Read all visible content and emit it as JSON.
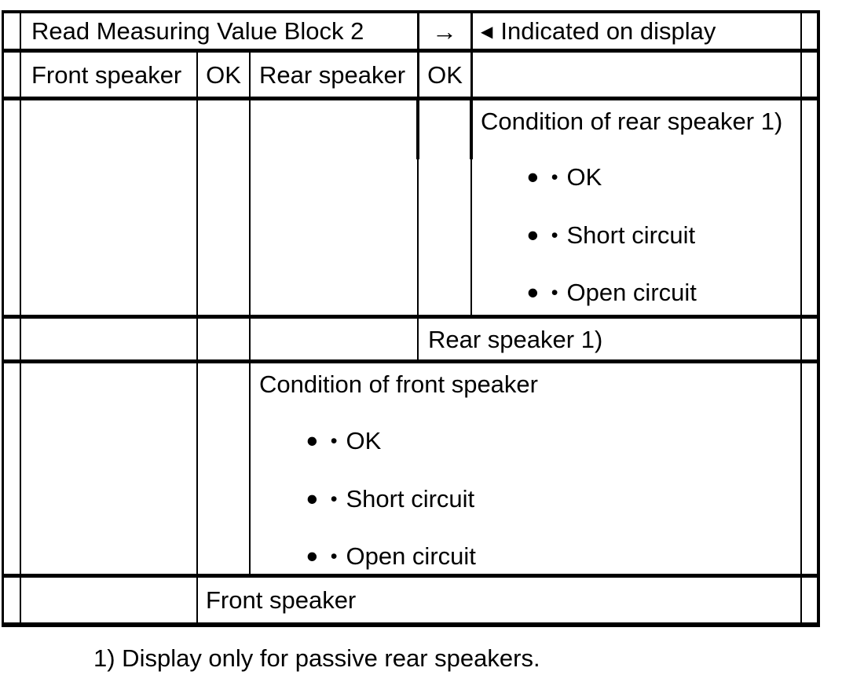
{
  "header_row": {
    "function_label": "Read Measuring Value Block 2",
    "arrow_icon": "→",
    "indicator_icon": "◀",
    "indicator_label": "Indicated on display"
  },
  "column_header_row": {
    "front_speaker_label": "Front speaker",
    "front_status": "OK",
    "rear_speaker_label": "Rear speaker",
    "rear_status": "OK"
  },
  "bullets": {
    "large": "•",
    "small": "•"
  },
  "rear_condition_cell": {
    "title": "Condition of rear speaker 1)",
    "items": [
      "OK",
      "Short circuit",
      "Open circuit"
    ]
  },
  "rear_label_row": {
    "label": "Rear speaker 1)"
  },
  "front_condition_cell": {
    "title": "Condition of front speaker",
    "items": [
      "OK",
      "Short circuit",
      "Open circuit"
    ]
  },
  "front_label_row": {
    "label": "Front speaker"
  },
  "footnote": "1) Display only for passive rear speakers."
}
